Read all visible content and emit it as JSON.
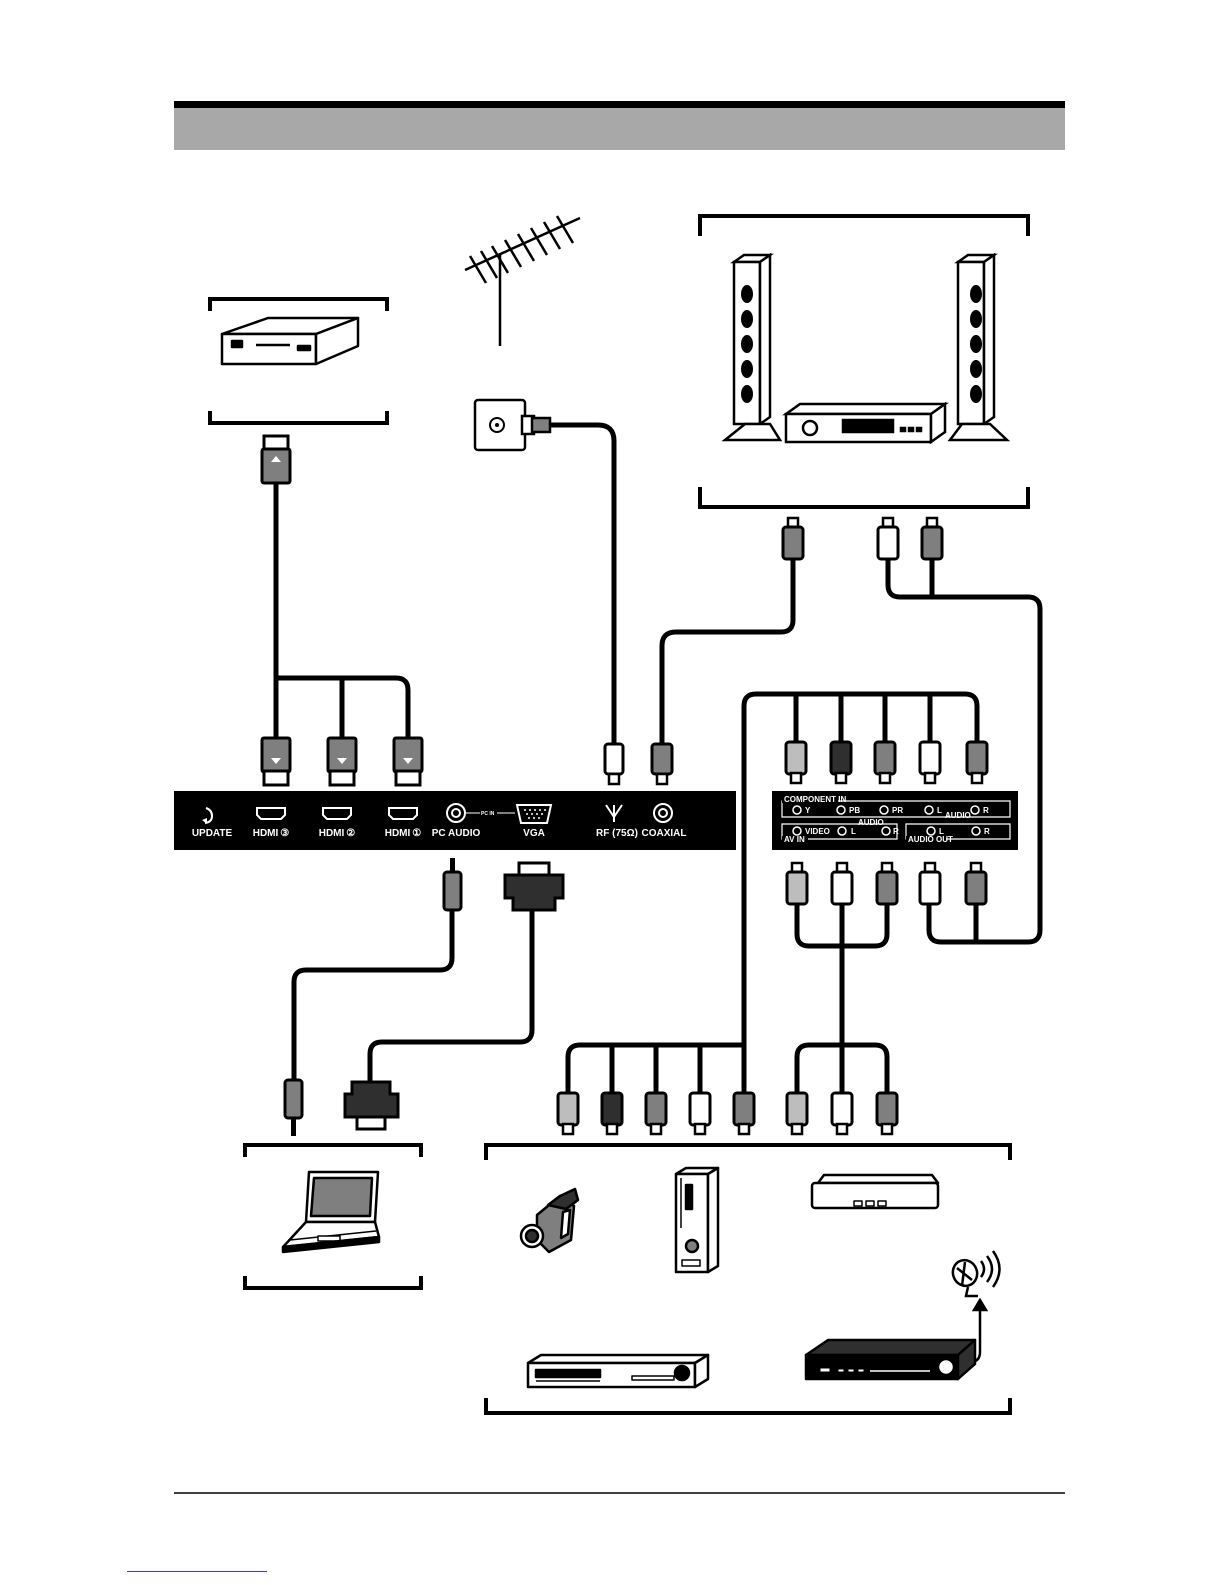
{
  "header": {
    "title": ""
  },
  "panel_left": {
    "labels": [
      "UPDATE",
      "HDMI ③",
      "HDMI ②",
      "HDMI ①",
      "PC AUDIO",
      "VGA",
      "RF (75Ω)",
      "COAXIAL"
    ],
    "pc_in": "PC IN"
  },
  "panel_right": {
    "component_in": "COMPONENT IN",
    "comp_labels": [
      "Y",
      "PB",
      "PR",
      "L",
      "R"
    ],
    "audio_small": "AUDIO",
    "av_in": "AV IN",
    "av_labels": [
      "VIDEO",
      "L",
      "R"
    ],
    "audio_out": "AUDIO OUT",
    "out_labels": [
      "L",
      "R"
    ]
  },
  "devices": [
    "dvd-vcr-player",
    "antenna",
    "wall-outlet",
    "speakers-and-receiver",
    "laptop",
    "camcorder",
    "game-console",
    "set-top-box",
    "satellite-dish",
    "dvd-player",
    "satellite-receiver"
  ],
  "colors": {
    "ink": "#000000",
    "header_band": "#a8a8a8",
    "plug_gray": "#7f7f7f",
    "plug_light": "#bdbdbd",
    "plug_dark": "#2f2f2f",
    "panel": "#000000"
  }
}
